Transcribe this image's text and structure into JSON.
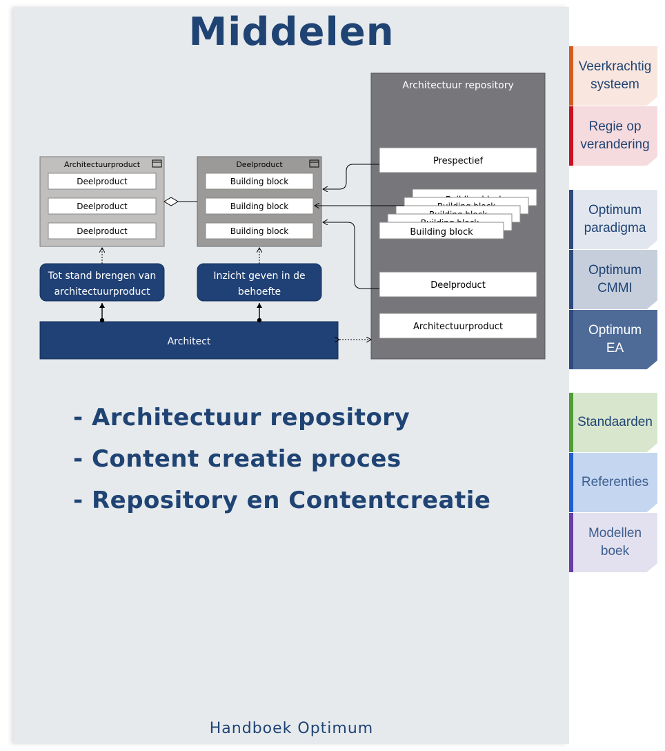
{
  "page": {
    "title": "Middelen",
    "footer": "Handboek Optimum",
    "bullets": [
      "- Architectuur repository",
      "- Content creatie proces",
      "- Repository en Contentcreatie"
    ]
  },
  "diagram": {
    "architectuurproduct_box": {
      "title": "Architectuurproduct",
      "items": [
        "Deelproduct",
        "Deelproduct",
        "Deelproduct"
      ]
    },
    "deelproduct_box": {
      "title": "Deelproduct",
      "items": [
        "Building block",
        "Building block",
        "Building block"
      ]
    },
    "process_1": [
      "Tot stand brengen van",
      "architectuurproduct"
    ],
    "process_2": [
      "Inzicht geven in de",
      "behoefte"
    ],
    "actor": "Architect",
    "repository": {
      "title": "Architectuur repository",
      "perspectief": "Prespectief",
      "stack_items": [
        "Building block",
        "Building block",
        "Building block",
        "Building block",
        "Building block"
      ],
      "deelproduct": "Deelproduct",
      "architectuurproduct": "Architectuurproduct"
    }
  },
  "tabs": [
    {
      "lines": [
        "Veerkrachtig",
        "systeem"
      ],
      "bg": "#f8e6df",
      "bar": "#d45a1e",
      "color": "#1f4373"
    },
    {
      "lines": [
        "Regie op",
        "verandering"
      ],
      "bg": "#f6dbde",
      "bar": "#cc1020",
      "color": "#1f4373"
    },
    {
      "lines": [
        "Optimum",
        "paradigma"
      ],
      "bg": "#e2e7ef",
      "bar": "#2c4a80",
      "color": "#1f4373"
    },
    {
      "lines": [
        "Optimum",
        "CMMI"
      ],
      "bg": "#c6cedc",
      "bar": "#2c4a80",
      "color": "#1f4373"
    },
    {
      "lines": [
        "Optimum",
        "EA"
      ],
      "bg": "#4e6b98",
      "bar": "#2c4a80",
      "color": "#ffffff"
    },
    {
      "lines": [
        "Standaarden"
      ],
      "bg": "#d7e6cd",
      "bar": "#4f9e35",
      "color": "#1f4373"
    },
    {
      "lines": [
        "Referenties"
      ],
      "bg": "#c4d6f0",
      "bar": "#1e5fd1",
      "color": "#3b5d8f"
    },
    {
      "lines": [
        "Modellen",
        "boek"
      ],
      "bg": "#e3e1ef",
      "bar": "#6a3da8",
      "color": "#3b5d8f"
    }
  ]
}
